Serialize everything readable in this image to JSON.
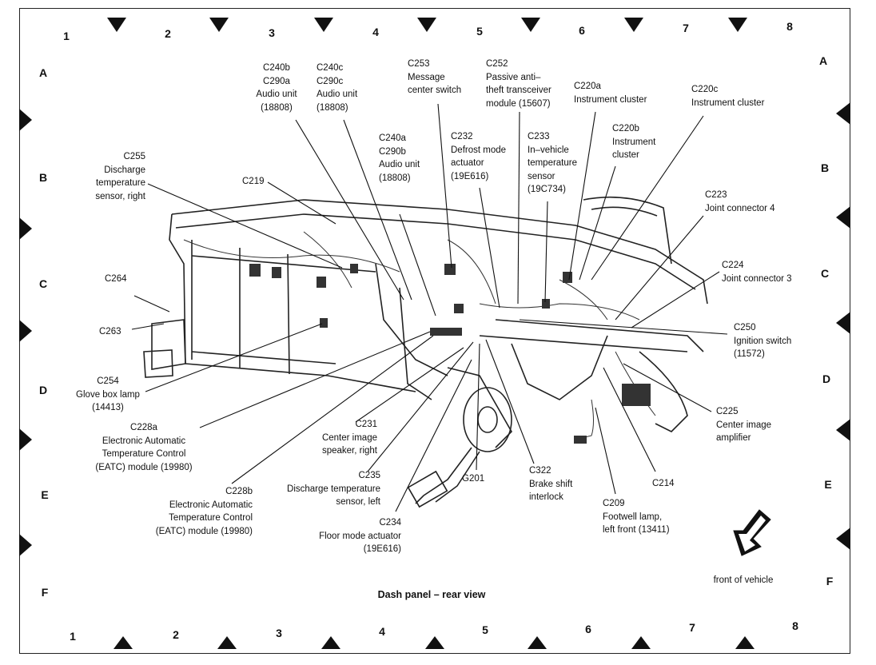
{
  "grid": {
    "columns_top": [
      "1",
      "2",
      "3",
      "4",
      "5",
      "6",
      "7",
      "8"
    ],
    "columns_bottom": [
      "1",
      "2",
      "3",
      "4",
      "5",
      "6",
      "7",
      "8"
    ],
    "rows_left": [
      "A",
      "B",
      "C",
      "D",
      "E",
      "F"
    ],
    "rows_right": [
      "A",
      "B",
      "C",
      "D",
      "E",
      "F"
    ]
  },
  "caption": "Dash panel – rear view",
  "front_of_vehicle": "front of vehicle",
  "callouts": {
    "c240b": "C240b\nC290a\nAudio unit\n(18808)",
    "c240c": "C240c\nC290c\nAudio unit\n(18808)",
    "c253": "C253\nMessage\ncenter switch",
    "c252": "C252\nPassive anti–\ntheft transceiver\nmodule (15607)",
    "c220a": "C220a\nInstrument cluster",
    "c220c": "C220c\nInstrument cluster",
    "c255": "C255\nDischarge\ntemperature\nsensor, right",
    "c219": "C219",
    "c240a": "C240a\nC290b\nAudio unit\n(18808)",
    "c232": "C232\nDefrost mode\nactuator\n(19E616)",
    "c233": "C233\nIn–vehicle\ntemperature\nsensor\n(19C734)",
    "c220b": "C220b\nInstrument\ncluster",
    "c223": "C223\nJoint connector 4",
    "c224": "C224\nJoint connector 3",
    "c264": "C264",
    "c263": "C263",
    "c250": "C250\nIgnition switch\n(11572)",
    "c254": "C254\nGlove box lamp\n(14413)",
    "c228a": "C228a\nElectronic Automatic\nTemperature Control\n(EATC) module (19980)",
    "c231": "C231\nCenter image\nspeaker, right",
    "c225": "C225\nCenter image\namplifier",
    "c235": "C235\nDischarge temperature\nsensor, left",
    "g201": "G201",
    "c322": "C322\nBrake shift\ninterlock",
    "c214": "C214",
    "c228b": "C228b\nElectronic Automatic\nTemperature Control\n(EATC) module (19980)",
    "c209": "C209\nFootwell lamp,\nleft front (13411)",
    "c234": "C234\nFloor mode actuator\n(19E616)"
  }
}
